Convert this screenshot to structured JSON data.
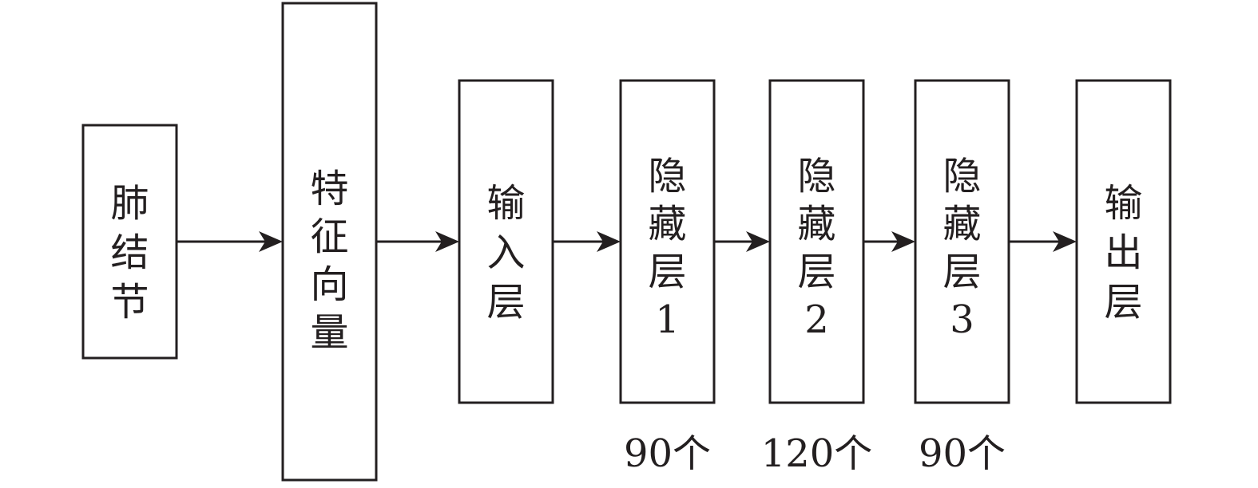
{
  "colors": {
    "stroke": "#231f20",
    "background": "#ffffff"
  },
  "nodes": [
    {
      "id": "nodule",
      "lines": [
        "肺",
        "结",
        "节"
      ]
    },
    {
      "id": "feature-vector",
      "lines": [
        "特",
        "征",
        "向",
        "量"
      ]
    },
    {
      "id": "input-layer",
      "lines": [
        "输",
        "入",
        "层"
      ]
    },
    {
      "id": "hidden-layer-1",
      "lines": [
        "隐",
        "藏",
        "层",
        "1"
      ]
    },
    {
      "id": "hidden-layer-2",
      "lines": [
        "隐",
        "藏",
        "层",
        "2"
      ]
    },
    {
      "id": "hidden-layer-3",
      "lines": [
        "隐",
        "藏",
        "层",
        "3"
      ]
    },
    {
      "id": "output-layer",
      "lines": [
        "输",
        "出",
        "层"
      ]
    }
  ],
  "counts": [
    {
      "node": "hidden-layer-1",
      "label": "90个"
    },
    {
      "node": "hidden-layer-2",
      "label": "120个"
    },
    {
      "node": "hidden-layer-3",
      "label": "90个"
    }
  ],
  "edges": [
    {
      "from": "nodule",
      "to": "feature-vector"
    },
    {
      "from": "feature-vector",
      "to": "input-layer"
    },
    {
      "from": "input-layer",
      "to": "hidden-layer-1"
    },
    {
      "from": "hidden-layer-1",
      "to": "hidden-layer-2"
    },
    {
      "from": "hidden-layer-2",
      "to": "hidden-layer-3"
    },
    {
      "from": "hidden-layer-3",
      "to": "output-layer"
    }
  ]
}
